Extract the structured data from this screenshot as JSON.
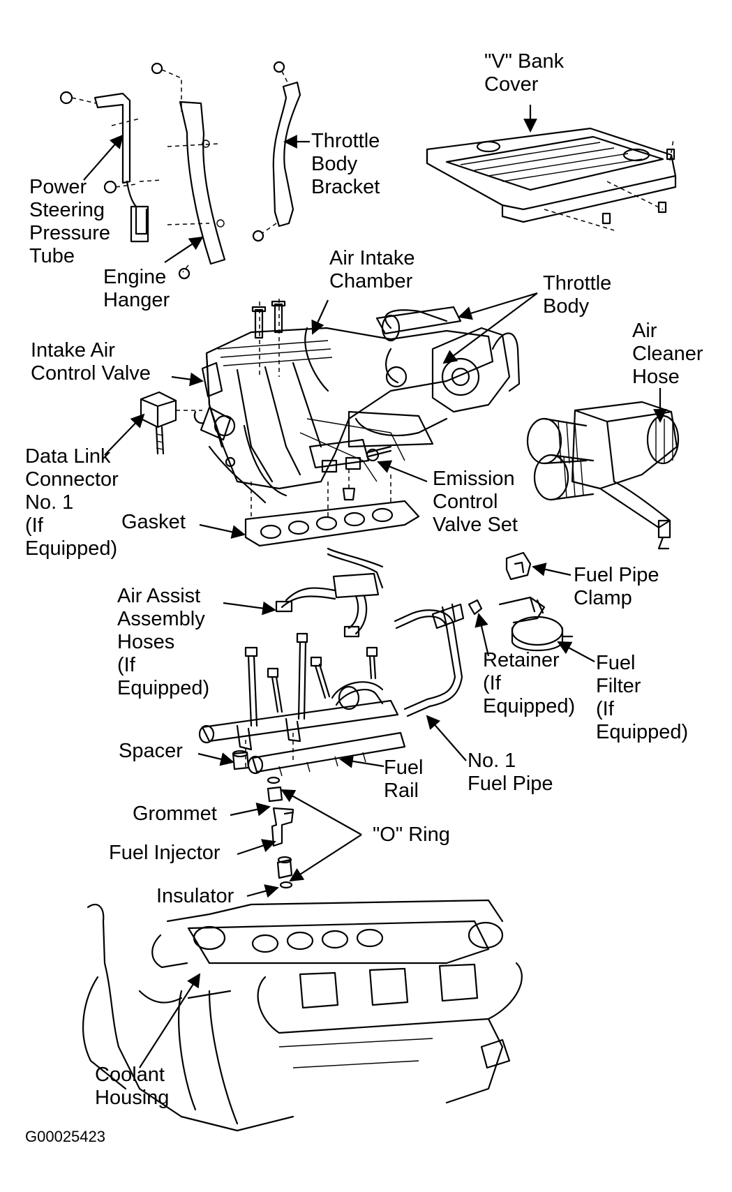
{
  "labels": {
    "v_bank_cover": "\"V\" Bank\nCover",
    "throttle_body_bracket": "Throttle\nBody\nBracket",
    "power_steering_pressure_tube": "Power\nSteering\nPressure\nTube",
    "engine_hanger": "Engine\nHanger",
    "air_intake_chamber": "Air Intake\nChamber",
    "throttle_body": "Throttle\nBody",
    "intake_air_control_valve": "Intake Air\nControl Valve",
    "air_cleaner_hose": "Air\nCleaner\nHose",
    "data_link_connector": "Data Link\nConnector\nNo. 1\n(If\nEquipped)",
    "emission_control_valve_set": "Emission\nControl\nValve Set",
    "gasket": "Gasket",
    "fuel_pipe_clamp": "Fuel Pipe\nClamp",
    "air_assist_assembly_hoses": "Air Assist\nAssembly\nHoses\n(If\nEquipped)",
    "retainer": "Retainer\n(If\nEquipped)",
    "fuel_filter": "Fuel\nFilter\n(If\nEquipped)",
    "spacer": "Spacer",
    "fuel_rail": "Fuel\nRail",
    "no1_fuel_pipe": "No. 1\nFuel Pipe",
    "grommet": "Grommet",
    "o_ring": "\"O\" Ring",
    "fuel_injector": "Fuel Injector",
    "insulator": "Insulator",
    "coolant_housing": "Coolant\nHousing"
  },
  "figure_code": "G00025423"
}
